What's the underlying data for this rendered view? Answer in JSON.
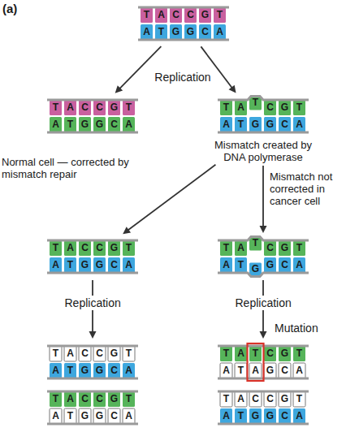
{
  "diagram": {
    "nodes": [
      {
        "text": [
          "T",
          "A",
          "C",
          "C",
          "G",
          "T",
          "A",
          "T",
          "G",
          "G",
          "C",
          "A"
        ]
      },
      {
        "text": [
          "T",
          "A",
          "C",
          "C",
          "G",
          "T",
          "A",
          "T",
          "G",
          "G",
          "C",
          "A"
        ]
      },
      {
        "text": [
          "T",
          "A",
          "T",
          "C",
          "G",
          "T",
          "A",
          "T",
          "G",
          "G",
          "C",
          "A",
          "Mismatch created by DNA polymerase"
        ]
      },
      {
        "text": [
          "T",
          "A",
          "C",
          "C",
          "G",
          "T",
          "A",
          "T",
          "G",
          "G",
          "C",
          "A"
        ]
      },
      {
        "text": [
          "T",
          "A",
          "T",
          "C",
          "G",
          "T",
          "A",
          "T",
          "G",
          "G",
          "C",
          "A"
        ]
      },
      {
        "text": [
          "T",
          "A",
          "C",
          "C",
          "G",
          "T",
          "A",
          "T",
          "G",
          "G",
          "C",
          "A"
        ]
      },
      {
        "text": [
          "T",
          "A",
          "T",
          "C",
          "G",
          "T",
          "A",
          "T",
          "A",
          "G",
          "C",
          "A"
        ]
      },
      {
        "text": [
          "T",
          "A",
          "C",
          "C",
          "G",
          "T",
          "A",
          "T",
          "G",
          "G",
          "C",
          "A"
        ]
      },
      {
        "text": [
          "T",
          "A",
          "C",
          "C",
          "G",
          "T",
          "A",
          "T",
          "G",
          "G",
          "C",
          "A"
        ]
      }
    ],
    "edges": [
      {
        "from": 0,
        "to": 1,
        "arrow": "to"
      },
      {
        "from": 0,
        "to": 2,
        "arrow": "to"
      },
      {
        "from": 2,
        "to": 3,
        "arrow": "to",
        "label": "Normal cell — corrected by mismatch repair"
      },
      {
        "from": 2,
        "to": 4,
        "arrow": "to",
        "label": "Mismatch not corrected in cancer cell"
      },
      {
        "from": 3,
        "to": 5,
        "arrow": "to",
        "label": "Replication"
      },
      {
        "from": 4,
        "to": 6,
        "arrow": "to",
        "label": "Replication"
      }
    ],
    "labels": [
      "(a)",
      "Replication",
      "Mutation"
    ]
  }
}
